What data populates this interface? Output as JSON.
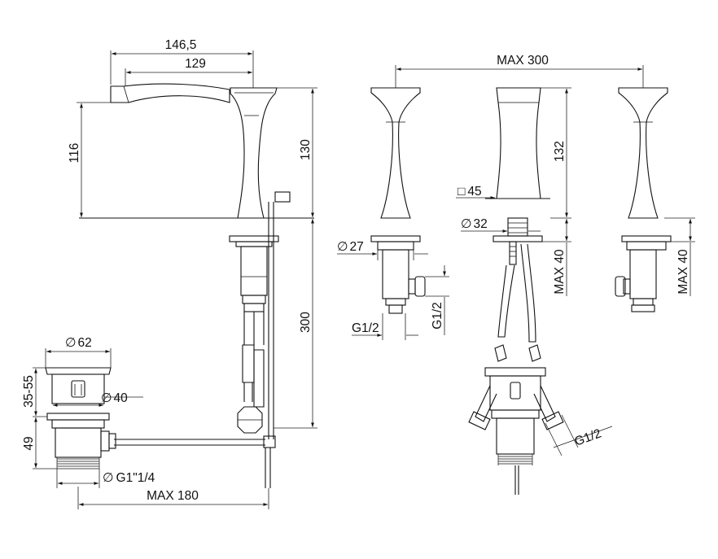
{
  "dimensions": {
    "spout_length_overall": "146,5",
    "spout_length": "129",
    "spout_height": "116",
    "body_height": "130",
    "shank_length": "300",
    "waste_cap_dia": "62",
    "waste_adjust_height": "35-55",
    "waste_body_dia": "40",
    "waste_lower_height": "49",
    "waste_thread": "G1\"1/4",
    "waste_max_length": "MAX 180",
    "set_max_width": "MAX 300",
    "handle_base_dia": "27",
    "handle_thread": "G1/2",
    "handle_outlet_height": "G1/2",
    "spout_square": "45",
    "spout_base_dia": "32",
    "spout_height_side": "132",
    "deck_thickness_center": "MAX 40",
    "deck_thickness_right": "MAX 40",
    "mixer_thread": "G1/2"
  },
  "symbols": {
    "diameter": "∅",
    "square": "□"
  }
}
